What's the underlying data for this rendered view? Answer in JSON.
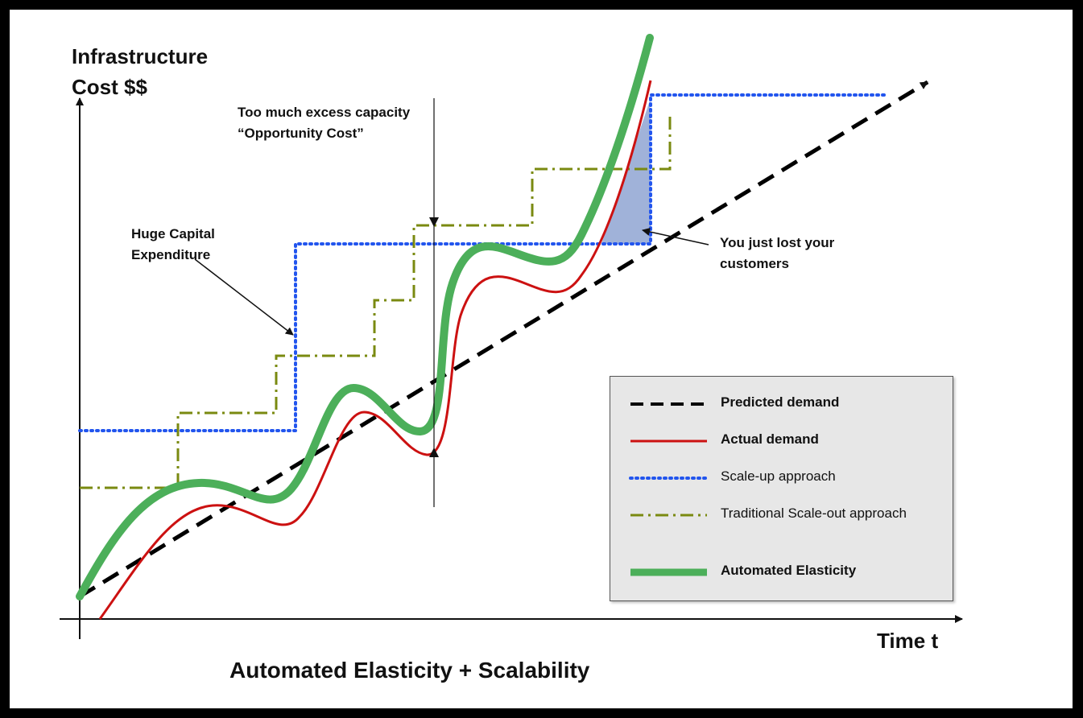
{
  "chart_data": {
    "type": "line",
    "title": "Automated Elasticity + Scalability",
    "ylabel_line1": "Infrastructure",
    "ylabel_line2": "Cost $$",
    "xlabel": "Time t",
    "annotations": {
      "excess_line1": "Too much excess capacity",
      "excess_line2": "“Opportunity Cost”",
      "capex_line1": "Huge Capital",
      "capex_line2": "Expenditure",
      "lost_line1": "You just lost your",
      "lost_line2": "customers"
    },
    "xlim": [
      0,
      100
    ],
    "ylim": [
      0,
      100
    ],
    "series": [
      {
        "name": "Predicted demand",
        "style": "dashed",
        "color": "#000000",
        "x": [
          0,
          100
        ],
        "y": [
          5,
          98
        ]
      },
      {
        "name": "Actual demand",
        "style": "solid",
        "color": "#cc1111",
        "x": [
          2,
          10,
          16,
          24,
          28,
          32,
          38,
          42,
          46,
          50,
          55,
          62,
          68,
          72,
          74
        ],
        "y": [
          -1,
          15,
          21,
          17,
          24,
          38,
          33,
          30,
          57,
          60,
          58,
          65,
          80,
          92,
          97
        ]
      },
      {
        "name": "Scale-up approach",
        "style": "dotted",
        "color": "#2255ee",
        "x": [
          0,
          25,
          25,
          75,
          75,
          93
        ],
        "y": [
          35,
          35,
          68,
          68,
          95,
          95
        ]
      },
      {
        "name": "Traditional Scale-out approach",
        "style": "dashdot",
        "color": "#7a8a10",
        "x": [
          0,
          11,
          11,
          22,
          22,
          34,
          34,
          40,
          40,
          52,
          52,
          63,
          63,
          67,
          67
        ],
        "y": [
          24,
          24,
          36,
          36,
          47,
          47,
          57,
          57,
          72,
          72,
          84,
          84,
          90,
          90,
          98
        ]
      },
      {
        "name": "Automated Elasticity",
        "style": "solid-thick",
        "color": "#4caf5a",
        "x": [
          0,
          7,
          13,
          22,
          28,
          32,
          38,
          43,
          45,
          50,
          55,
          62,
          68,
          72,
          75
        ],
        "y": [
          5,
          15,
          26,
          22,
          38,
          43,
          39,
          37,
          63,
          69,
          64,
          71,
          85,
          99,
          104
        ]
      }
    ],
    "legend": {
      "placement": "bottom-right",
      "entries": [
        {
          "label": "Predicted demand",
          "style": "dashed",
          "color": "#000000",
          "bold": true
        },
        {
          "label": "Actual demand",
          "style": "solid",
          "color": "#cc1111",
          "bold": true
        },
        {
          "label": "Scale-up approach",
          "style": "dotted",
          "color": "#2255ee",
          "bold": false
        },
        {
          "label": "Traditional Scale-out approach",
          "style": "dashdot",
          "color": "#7a8a10",
          "bold": false
        },
        {
          "label": "Automated Elasticity",
          "style": "solid-thick",
          "color": "#4caf5a",
          "bold": true
        }
      ]
    },
    "shaded_region_color": "#8fa4d2",
    "grid": false
  }
}
